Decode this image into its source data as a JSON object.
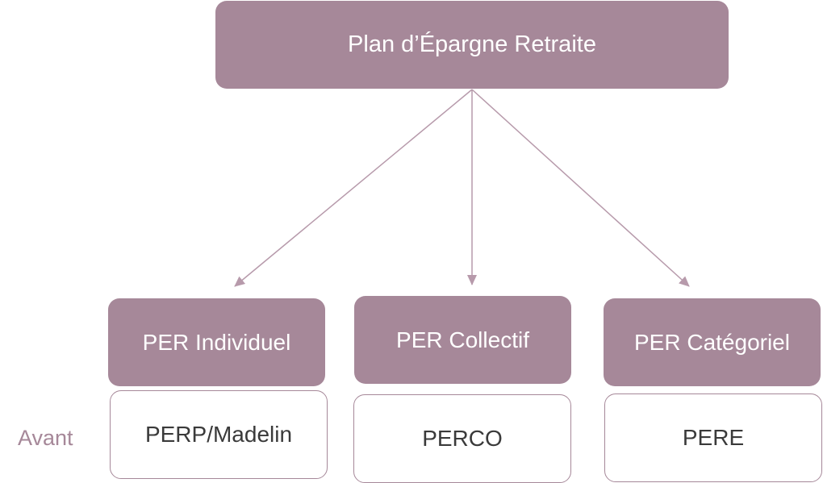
{
  "colors": {
    "node_fill": "#a68899",
    "node_text": "#ffffff",
    "outline_border": "#a68899",
    "outline_text": "#3a3a3a",
    "connector": "#b79aab",
    "side_label": "#a68899"
  },
  "diagram": {
    "root": {
      "label": "Plan d’Épargne Retraite"
    },
    "children": [
      {
        "label": "PER Individuel",
        "before": "PERP/Madelin"
      },
      {
        "label": "PER Collectif",
        "before": "PERCO"
      },
      {
        "label": "PER Catégoriel",
        "before": "PERE"
      }
    ],
    "side_label": "Avant"
  }
}
